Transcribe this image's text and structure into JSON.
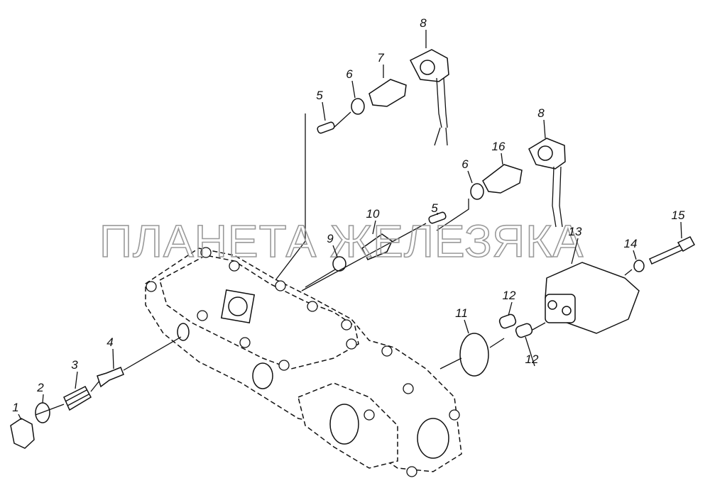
{
  "watermark": "ПЛАНЕТА ЖЕЛЕЗЯКА",
  "callouts": [
    "1",
    "2",
    "3",
    "4",
    "5",
    "6",
    "7",
    "8",
    "8",
    "16",
    "6",
    "5",
    "10",
    "9",
    "13",
    "15",
    "14",
    "12",
    "11",
    "12"
  ]
}
